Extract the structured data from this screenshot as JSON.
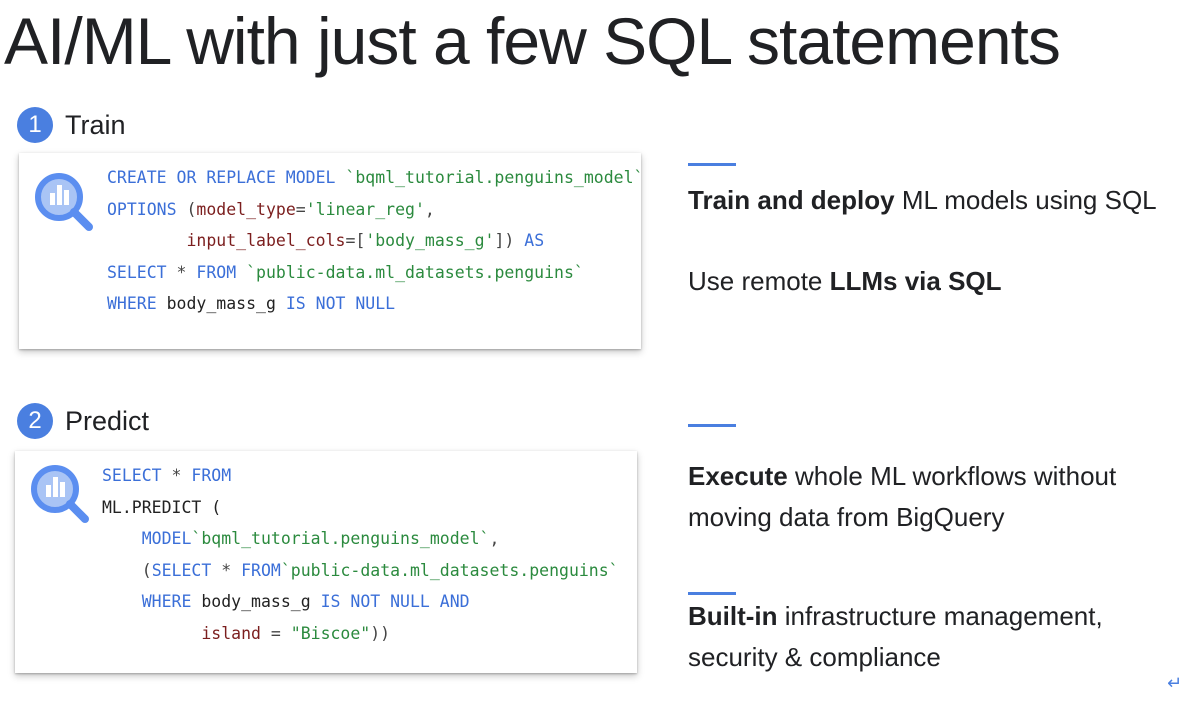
{
  "title": "AI/ML with just a few SQL statements",
  "steps": [
    {
      "number": "1",
      "label": "Train"
    },
    {
      "number": "2",
      "label": "Predict"
    }
  ],
  "icon": "bigquery-icon",
  "colors": {
    "accent": "#4a7fe0",
    "keyword": "#3b6fd8",
    "string": "#2b8a3e",
    "identifier": "#7b1e1e"
  },
  "train_code": [
    [
      {
        "t": "CREATE OR REPLACE MODEL ",
        "c": "kw"
      },
      {
        "t": "`bqml_tutorial.penguins_model`",
        "c": "str"
      }
    ],
    [
      {
        "t": "OPTIONS ",
        "c": "kw"
      },
      {
        "t": "(",
        "c": "punct"
      },
      {
        "t": "model_type",
        "c": "var"
      },
      {
        "t": "=",
        "c": "punct"
      },
      {
        "t": "'linear_reg'",
        "c": "str"
      },
      {
        "t": ",",
        "c": "punct"
      }
    ],
    [
      {
        "t": "        ",
        "c": "plain"
      },
      {
        "t": "input_label_cols",
        "c": "var"
      },
      {
        "t": "=[",
        "c": "punct"
      },
      {
        "t": "'body_mass_g'",
        "c": "str"
      },
      {
        "t": "]) ",
        "c": "punct"
      },
      {
        "t": "AS",
        "c": "kw"
      }
    ],
    [
      {
        "t": "SELECT ",
        "c": "kw"
      },
      {
        "t": "* ",
        "c": "punct"
      },
      {
        "t": "FROM ",
        "c": "kw"
      },
      {
        "t": "`public-data.ml_datasets.penguins`",
        "c": "str"
      }
    ],
    [
      {
        "t": "WHERE ",
        "c": "kw"
      },
      {
        "t": "body_mass_g ",
        "c": "plain"
      },
      {
        "t": "IS NOT NULL",
        "c": "kw"
      }
    ]
  ],
  "predict_code": [
    [
      {
        "t": "SELECT ",
        "c": "kw"
      },
      {
        "t": "* ",
        "c": "punct"
      },
      {
        "t": "FROM",
        "c": "kw"
      }
    ],
    [
      {
        "t": "ML.PREDICT (",
        "c": "plain"
      }
    ],
    [
      {
        "t": "    ",
        "c": "plain"
      },
      {
        "t": "MODEL",
        "c": "kw"
      },
      {
        "t": "`bqml_tutorial.penguins_model`",
        "c": "str"
      },
      {
        "t": ",",
        "c": "punct"
      }
    ],
    [
      {
        "t": "    ",
        "c": "plain"
      },
      {
        "t": "(",
        "c": "punct"
      },
      {
        "t": "SELECT ",
        "c": "kw"
      },
      {
        "t": "* ",
        "c": "punct"
      },
      {
        "t": "FROM",
        "c": "kw"
      },
      {
        "t": "`public-data.ml_datasets.penguins`",
        "c": "str"
      }
    ],
    [
      {
        "t": "    ",
        "c": "plain"
      },
      {
        "t": "WHERE ",
        "c": "kw"
      },
      {
        "t": "body_mass_g ",
        "c": "plain"
      },
      {
        "t": "IS NOT NULL AND",
        "c": "kw"
      }
    ],
    [
      {
        "t": "          ",
        "c": "plain"
      },
      {
        "t": "island",
        "c": "var"
      },
      {
        "t": " = ",
        "c": "punct"
      },
      {
        "t": "\"Biscoe\"",
        "c": "str"
      },
      {
        "t": "))",
        "c": "punct"
      }
    ]
  ],
  "points": {
    "p1": {
      "bold": "Train and deploy",
      "rest": " ML models using SQL"
    },
    "p2": {
      "pre": "Use remote ",
      "bold": "LLMs via SQL"
    },
    "p3": {
      "bold": "Execute",
      "rest": " whole ML workflows without moving data from BigQuery"
    },
    "p4": {
      "bold": "Built-in",
      "rest": " infrastructure management, security & compliance"
    }
  },
  "enter_icon": "↵"
}
